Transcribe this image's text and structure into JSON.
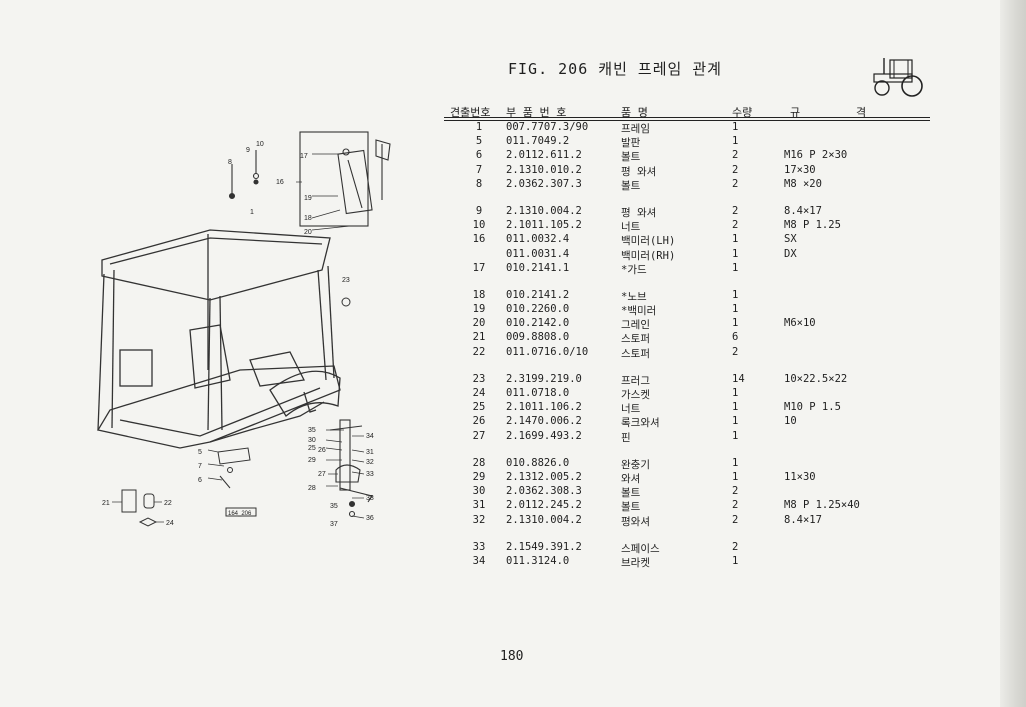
{
  "figure": {
    "title": "FIG. 206 캐빈 프레임 관계",
    "tractor_icon": "tractor-icon",
    "callouts": [
      "1",
      "5",
      "6",
      "7",
      "8",
      "9",
      "10",
      "16",
      "17",
      "18",
      "19",
      "20",
      "21",
      "22",
      "23",
      "24",
      "25",
      "26",
      "27",
      "28",
      "29",
      "30",
      "31",
      "32",
      "33",
      "34",
      "35",
      "36",
      "37",
      "38"
    ],
    "ref_code": "164_206"
  },
  "table": {
    "headers": {
      "no": "견출번호",
      "part": "부 품 번 호",
      "name": "품    명",
      "qty": "수량",
      "spec_a": "규",
      "spec_b": "격"
    },
    "groups": [
      [
        {
          "no": "1",
          "part": "007.7707.3/90",
          "name": "프레임",
          "qty": "1",
          "spec": ""
        },
        {
          "no": "5",
          "part": "011.7049.2",
          "name": "발판",
          "qty": "1",
          "spec": ""
        },
        {
          "no": "6",
          "part": "2.0112.611.2",
          "name": "볼트",
          "qty": "2",
          "spec": "M16 P 2×30"
        },
        {
          "no": "7",
          "part": "2.1310.010.2",
          "name": "평 와셔",
          "qty": "2",
          "spec": "17×30"
        },
        {
          "no": "8",
          "part": "2.0362.307.3",
          "name": "볼트",
          "qty": "2",
          "spec": "M8 ×20"
        }
      ],
      [
        {
          "no": "9",
          "part": "2.1310.004.2",
          "name": "평 와셔",
          "qty": "2",
          "spec": "8.4×17"
        },
        {
          "no": "10",
          "part": "2.1011.105.2",
          "name": "너트",
          "qty": "2",
          "spec": "M8 P 1.25"
        },
        {
          "no": "16",
          "part": "011.0032.4",
          "name": "백미러(LH)",
          "qty": "1",
          "spec": "SX"
        },
        {
          "no": "",
          "part": "011.0031.4",
          "name": "백미러(RH)",
          "qty": "1",
          "spec": "DX"
        },
        {
          "no": "17",
          "part": "010.2141.1",
          "name": "*가드",
          "qty": "1",
          "spec": ""
        }
      ],
      [
        {
          "no": "18",
          "part": "010.2141.2",
          "name": "*노브",
          "qty": "1",
          "spec": ""
        },
        {
          "no": "19",
          "part": "010.2260.0",
          "name": "*백미러",
          "qty": "1",
          "spec": ""
        },
        {
          "no": "20",
          "part": "010.2142.0",
          "name": "그레인",
          "qty": "1",
          "spec": "M6×10"
        },
        {
          "no": "21",
          "part": "009.8808.0",
          "name": "스토퍼",
          "qty": "6",
          "spec": ""
        },
        {
          "no": "22",
          "part": "011.0716.0/10",
          "name": "스토퍼",
          "qty": "2",
          "spec": ""
        }
      ],
      [
        {
          "no": "23",
          "part": "2.3199.219.0",
          "name": "프러그",
          "qty": "14",
          "spec": "10×22.5×22"
        },
        {
          "no": "24",
          "part": "011.0718.0",
          "name": "가스켓",
          "qty": "1",
          "spec": ""
        },
        {
          "no": "25",
          "part": "2.1011.106.2",
          "name": "너트",
          "qty": "1",
          "spec": "M10 P 1.5"
        },
        {
          "no": "26",
          "part": "2.1470.006.2",
          "name": "록크와셔",
          "qty": "1",
          "spec": "10"
        },
        {
          "no": "27",
          "part": "2.1699.493.2",
          "name": "핀",
          "qty": "1",
          "spec": ""
        }
      ],
      [
        {
          "no": "28",
          "part": "010.8826.0",
          "name": "완충기",
          "qty": "1",
          "spec": ""
        },
        {
          "no": "29",
          "part": "2.1312.005.2",
          "name": "와셔",
          "qty": "1",
          "spec": "11×30"
        },
        {
          "no": "30",
          "part": "2.0362.308.3",
          "name": "볼트",
          "qty": "2",
          "spec": ""
        },
        {
          "no": "31",
          "part": "2.0112.245.2",
          "name": "볼트",
          "qty": "2",
          "spec": "M8 P 1.25×40"
        },
        {
          "no": "32",
          "part": "2.1310.004.2",
          "name": "평와셔",
          "qty": "2",
          "spec": "8.4×17"
        }
      ],
      [
        {
          "no": "33",
          "part": "2.1549.391.2",
          "name": "스페이스",
          "qty": "2",
          "spec": ""
        },
        {
          "no": "34",
          "part": "011.3124.0",
          "name": "브라켓",
          "qty": "1",
          "spec": ""
        }
      ]
    ]
  },
  "page_number": "180"
}
